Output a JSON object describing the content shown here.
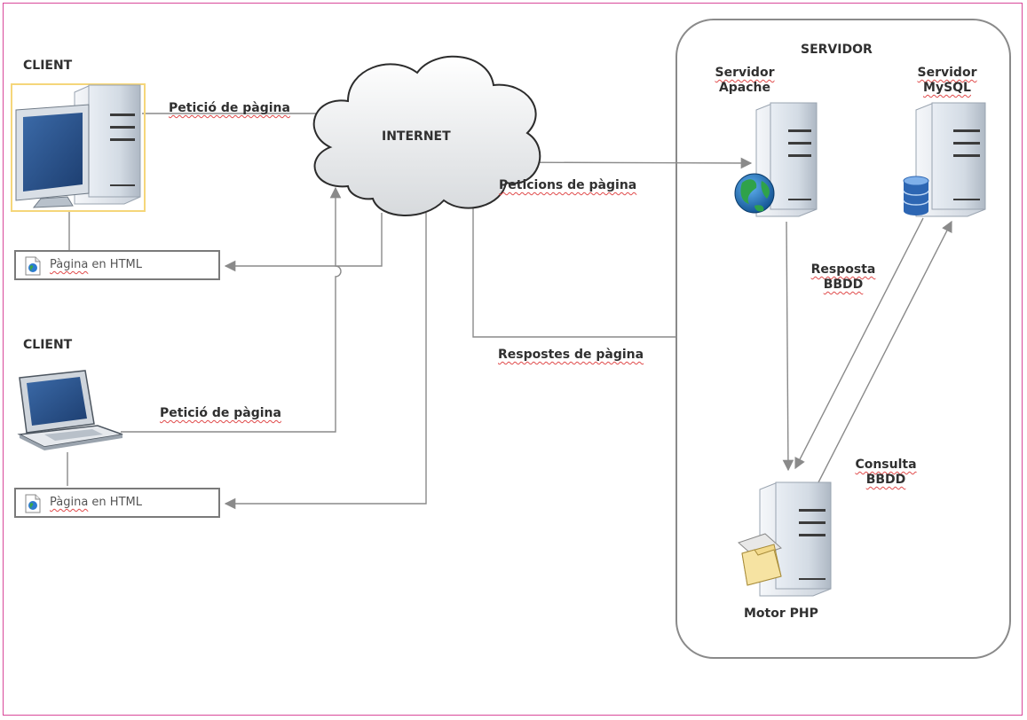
{
  "labels": {
    "client_1": "CLIENT",
    "client_2": "CLIENT",
    "internet": "INTERNET",
    "servidor": "SERVIDOR",
    "servidor_apache_line1": "Servidor",
    "servidor_apache_line2": "Apache",
    "servidor_mysql_line1": "Servidor",
    "servidor_mysql_line2": "MySQL",
    "motor_php": "Motor PHP"
  },
  "arrows": {
    "peticio_1": "Petició de pàgina",
    "peticio_2": "Petició de pàgina",
    "peticions": "Peticions de pàgina",
    "respostes": "Respostes de pàgina",
    "resposta_bbdd_line1": "Resposta",
    "resposta_bbdd_line2": "BBDD",
    "consulta_bbdd_line1": "Consulta",
    "consulta_bbdd_line2": "BBDD"
  },
  "pages": {
    "page_1_prefix": "Pàgina",
    "page_1_suffix": " en HTML",
    "page_2_prefix": "Pàgina",
    "page_2_suffix": " en HTML"
  },
  "colors": {
    "frame_border": "#d9489a",
    "arrow": "#8a8a8a",
    "text": "#303030",
    "selection": "#f5d67a"
  },
  "icons": [
    "desktop-computer-icon",
    "laptop-icon",
    "cloud-icon",
    "server-tower-icon",
    "globe-icon",
    "database-icon",
    "folder-icon",
    "document-globe-icon"
  ]
}
